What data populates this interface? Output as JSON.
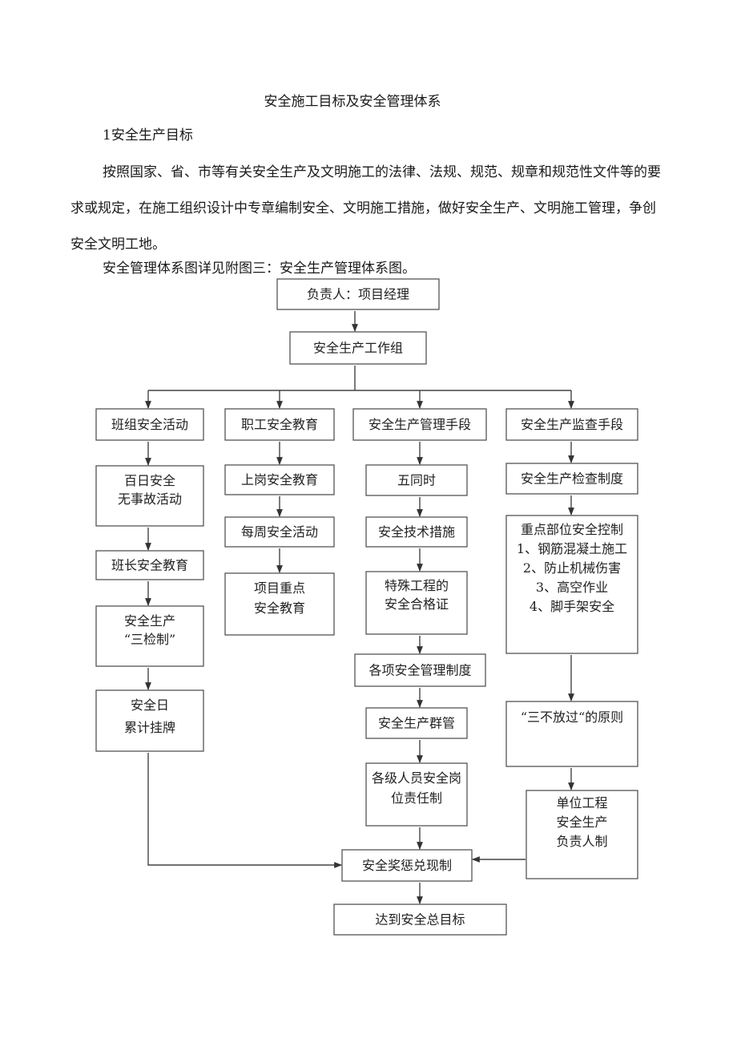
{
  "document": {
    "title": "安全施工目标及安全管理体系",
    "section_heading": "1安全生产目标",
    "paragraph": "按照国家、省、市等有关安全生产及文明施工的法律、法规、规范、规章和规范性文件等的要求或规定，在施工组织设计中专章编制安全、文明施工措施，做好安全生产、文明施工管理，争创安全文明工地。",
    "chart_note": "安全管理体系图详见附图三：安全生产管理体系图。"
  },
  "org_chart": {
    "root": [
      "负责人：项目经理"
    ],
    "group": [
      "安全生产工作组"
    ],
    "col1": {
      "head": [
        "班组安全活动"
      ],
      "items": [
        [
          "百日安全",
          "无事故活动"
        ],
        [
          "班长安全教育"
        ],
        [
          "安全生产",
          "“三检制”"
        ],
        [
          "安全日",
          "累计挂牌"
        ]
      ]
    },
    "col2": {
      "head": [
        "职工安全教育"
      ],
      "items": [
        [
          "上岗安全教育"
        ],
        [
          "每周安全活动"
        ],
        [
          "项目重点",
          "安全教育"
        ]
      ]
    },
    "col3": {
      "head": [
        "安全生产管理手段"
      ],
      "items": [
        [
          "五同时"
        ],
        [
          "安全技术措施"
        ],
        [
          "特殊工程的",
          "安全合格证"
        ],
        [
          "各项安全管理制度"
        ],
        [
          "安全生产群管"
        ],
        [
          "各级人员安全岗",
          "位责任制"
        ]
      ]
    },
    "col4": {
      "head": [
        "安全生产监查手段"
      ],
      "items": [
        [
          "安全生产检查制度"
        ],
        [
          "重点部位安全控制",
          "1、钢筋混凝土施工",
          "2、防止机械伤害",
          "3、高空作业",
          "4、脚手架安全"
        ],
        [
          "“三不放过“的原则"
        ],
        [
          "单位工程",
          "安全生产",
          "负责人制"
        ]
      ]
    },
    "reward": [
      "安全奖惩兑现制"
    ],
    "goal": [
      "达到安全总目标"
    ]
  }
}
